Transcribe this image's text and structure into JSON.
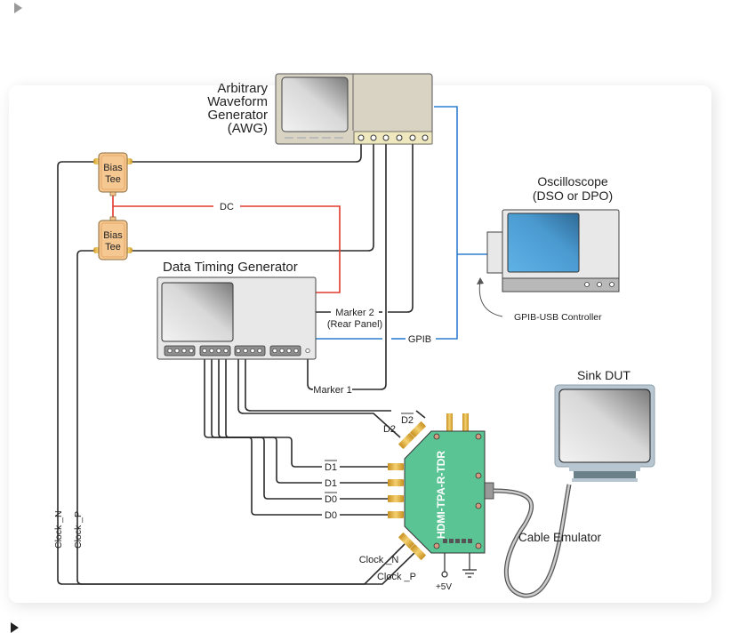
{
  "page": {
    "toggles": [
      {
        "state": "collapsed"
      },
      {
        "state": "collapsed"
      }
    ]
  },
  "diagram": {
    "devices": {
      "awg": {
        "label_lines": [
          "Arbitrary",
          "Waveform",
          "Generator",
          "(AWG)"
        ]
      },
      "oscilloscope": {
        "label_lines": [
          "Oscilloscope",
          "(DSO or DPO)"
        ]
      },
      "gpib_usb": {
        "label": "GPIB-USB Controller"
      },
      "dtg": {
        "label": "Data Timing Generator"
      },
      "bias_tee_top": {
        "label_lines": [
          "Bias",
          "Tee"
        ]
      },
      "bias_tee_bottom": {
        "label_lines": [
          "Bias",
          "Tee"
        ]
      },
      "fixture": {
        "label": "HDMI-TPA-R-TDR"
      },
      "sink": {
        "label": "Sink DUT"
      },
      "cable": {
        "label": "Cable Emulator"
      }
    },
    "connections": {
      "dc": "DC",
      "marker2": "Marker 2",
      "marker2_note": "(Rear Panel)",
      "gpib": "GPIB",
      "marker1": "Marker 1",
      "d2bar": "D2",
      "d2": "D2",
      "d1bar": "D1",
      "d1": "D1",
      "d0bar": "D0",
      "d0": "D0",
      "clock_n": "Clock _N",
      "clock_p": "Clock _P",
      "clock_n_vert": "Clock _N",
      "clock_p_vert": "Clock _P",
      "power": "+5V"
    },
    "colors": {
      "wire": "#2b2b2b",
      "dc_wire": "#e0392b",
      "gpib_wire": "#2f7fd0",
      "fixture": "#5bc494",
      "bias_tee": "#f6c891",
      "connector": "#e5b03a",
      "awg_body": "#d8d3c3",
      "scope_screen": "#4a9ad0"
    }
  }
}
